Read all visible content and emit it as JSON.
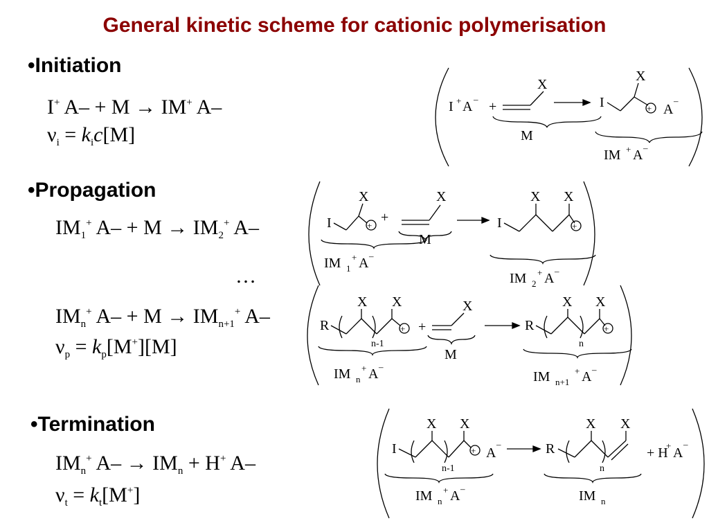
{
  "title": "General kinetic scheme for cationic polymerisation",
  "sections": {
    "initiation": {
      "heading": "•Initiation",
      "eq1": {
        "I": "I",
        "plus_sup": "+",
        "A": "A",
        "minus": "–",
        "plus_M": "+ M",
        "arrow": "→",
        "IM": "IM",
        "IM_sup": "+",
        "A2": "A",
        "minus2": "–"
      },
      "rate": {
        "nu": "ν",
        "sub": "i",
        "eq": "=",
        "k": "k",
        "k_sub": "i",
        "c": "c",
        "M": "[M]"
      }
    },
    "propagation": {
      "heading": "•Propagation",
      "eq1": {
        "IM": "IM",
        "sub1": "1",
        "sup1": "+",
        "A": "A",
        "minus": "–",
        "plus_M": "+ M",
        "arrow": "→",
        "IM2": "IM",
        "sub2": "2",
        "sup2": "+",
        "A2": "A",
        "minus2": "–"
      },
      "ellipsis": "…",
      "eq2": {
        "IM": "IM",
        "sub1": "n",
        "sup1": "+",
        "A": "A",
        "minus": "–",
        "plus_M": "+ M",
        "arrow": "→",
        "IM2": "IM",
        "sub2": "n+1",
        "sup2": "+",
        "A2": "A",
        "minus2": "–"
      },
      "rate": {
        "nu": "ν",
        "sub": "p",
        "eq": "=",
        "k": "k",
        "k_sub": "p",
        "M1": "[M",
        "M1_sup": "+",
        "M1_close": "]",
        "M2": "[M]"
      }
    },
    "termination": {
      "heading": "•Termination",
      "eq1": {
        "IM": "IM",
        "sub1": "n",
        "sup1": "+",
        "A": "A",
        "minus": "–",
        "arrow": "→",
        "IMn": "IM",
        "IMn_sub": "n",
        "plus": "+ H",
        "H_sup": "+",
        "A2": "A",
        "minus2": "–"
      },
      "rate": {
        "nu": "ν",
        "sub": "t",
        "eq": "=",
        "k": "k",
        "k_sub": "t",
        "M": "[M",
        "M_sup": "+",
        "M_close": "]"
      }
    }
  },
  "scheme_labels": {
    "X": "X",
    "I": "I",
    "R": "R",
    "A": "A",
    "minus": "–",
    "plus": "+",
    "M": "M",
    "IM": "IM",
    "IMn": "IM",
    "sub_1": "1",
    "sub_2": "2",
    "sub_n": "n",
    "sub_n1": "n+1",
    "n_minus_1": "n-1",
    "n": "n",
    "H": "+ H"
  }
}
